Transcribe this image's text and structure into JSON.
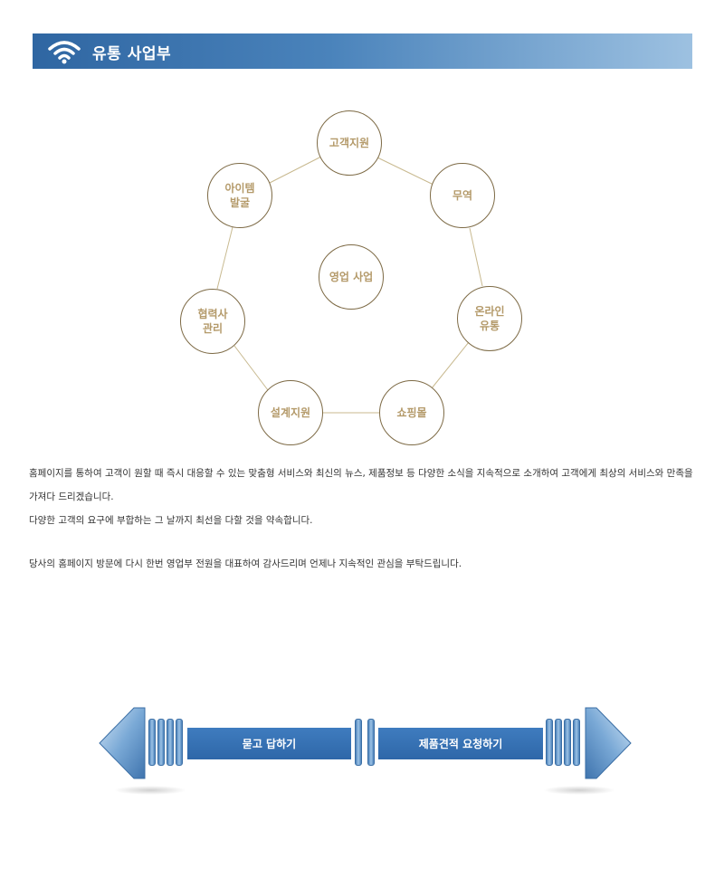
{
  "header": {
    "title": "유통 사업부",
    "icon": "wifi-signal-icon",
    "color_start": "#2f66a2",
    "color_end": "#9dc1e1"
  },
  "diagram": {
    "center": "영업 사업",
    "nodes": [
      "고객지원",
      "무역",
      "온라인\n유통",
      "쇼핑몰",
      "설계지원",
      "협력사\n관리",
      "아이템\n발굴"
    ],
    "node_text_color": "#b49a6a",
    "node_border_color": "#7d6a45"
  },
  "body": {
    "paragraph1": " 홈페이지를 통하여 고객이 원할 때 즉시 대응할 수 있는 맞춤형 서비스와 최신의 뉴스, 제품정보 등 다양한 소식을 지속적으로 소개하여 고객에게 최상의 서비스와 만족을 가져다 드리겠습니다.\n 다양한 고객의 요구에 부합하는 그 날까지 최선을 다할 것을 약속합니다.",
    "paragraph2": "당사의 홈페이지 방문에 다시 한번 영업부 전원을 대표하여 감사드리며 언제나 지속적인 관심을 부탁드립니다."
  },
  "nav": {
    "left_button": "묻고 답하기",
    "right_button": "제품견적 요청하기",
    "left_arrow_icon": "arrow-left-icon",
    "right_arrow_icon": "arrow-right-icon",
    "button_color": "#3a74b6"
  }
}
